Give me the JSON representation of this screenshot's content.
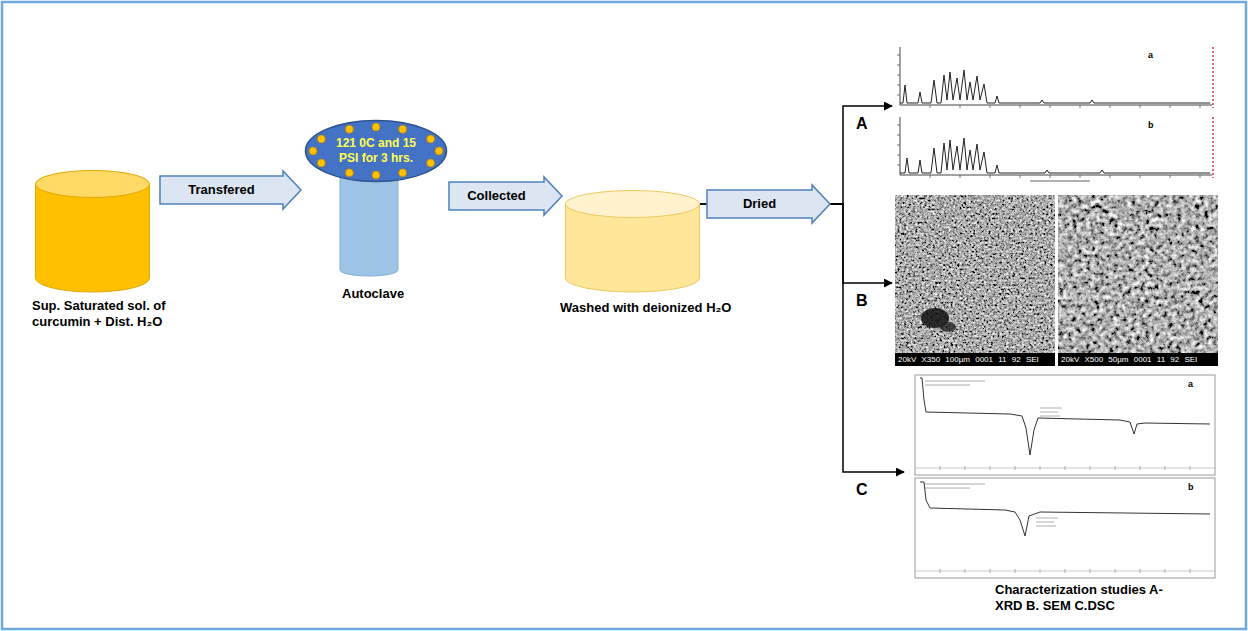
{
  "diagram": {
    "caption": "Characterization studies A-XRD B. SEM C.DSC",
    "nodes": [
      {
        "text": [
          "Sup. Saturated sol. of curcumin + Dist. H₂O"
        ]
      },
      {
        "text": [
          "121 0C and 15 PSI for 3 hrs.",
          "Autoclave"
        ]
      },
      {
        "text": [
          "Washed with deionized H₂O"
        ]
      },
      {
        "text": [
          "A"
        ]
      },
      {
        "text": [
          "B"
        ]
      },
      {
        "text": [
          "C"
        ]
      }
    ],
    "edges": [
      {
        "from": 0,
        "to": 1,
        "label": "Transfered",
        "arrow": "to"
      },
      {
        "from": 1,
        "to": 2,
        "label": "Collected",
        "arrow": "to"
      },
      {
        "from": 2,
        "to": 3,
        "arrow": "to"
      },
      {
        "from": 2,
        "to": 4,
        "label": "Dried",
        "arrow": "to"
      },
      {
        "from": 2,
        "to": 5,
        "arrow": "to"
      }
    ],
    "labels": [
      "a",
      "b",
      "20kV X350 100µm 0001 11 92 SEI",
      "20kV X500 50µm 0001 11 92 SEI",
      "a",
      "b"
    ]
  }
}
